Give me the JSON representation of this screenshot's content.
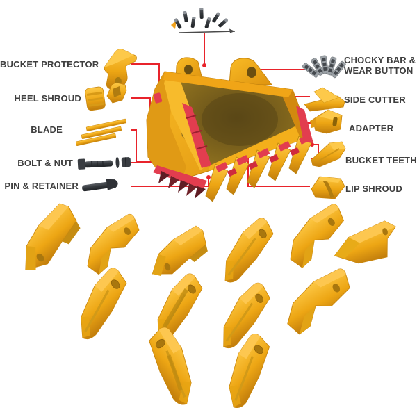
{
  "callouts": {
    "left": [
      {
        "id": "bucket-protector",
        "label": "BUCKET PROTECTOR"
      },
      {
        "id": "heel-shroud",
        "label": "HEEL SHROUD"
      },
      {
        "id": "blade",
        "label": "BLADE"
      },
      {
        "id": "bolt-nut",
        "label": "BOLT & NUT"
      },
      {
        "id": "pin-retainer",
        "label": "PIN & RETAINER"
      }
    ],
    "right": [
      {
        "id": "chocky-bar-wear-button",
        "label": "CHOCKY BAR & WEAR BUTTON",
        "line1": "CHOCKY BAR &",
        "line2": "WEAR BUTTON"
      },
      {
        "id": "side-cutter",
        "label": "SIDE CUTTER"
      },
      {
        "id": "adapter",
        "label": "ADAPTER"
      },
      {
        "id": "bucket-teeth",
        "label": "BUCKET TEETH"
      },
      {
        "id": "lip-shroud",
        "label": "LIP SHROUD"
      }
    ]
  },
  "icons": [
    "pins-cluster",
    "measure-line-arrow",
    "excavator-bucket-image",
    "bucket-protector-image",
    "heel-shroud-image",
    "blade-image",
    "bolt-nut-image",
    "pin-retainer-image",
    "chocky-bar-wear-button-image",
    "side-cutter-image",
    "adapter-image",
    "bucket-tooth-image",
    "lip-shroud-image"
  ],
  "gallery": {
    "items": [
      {
        "name": "tooth-adapter"
      },
      {
        "name": "fork-adapter"
      },
      {
        "name": "tooth-adapter"
      },
      {
        "name": "bucket-tooth"
      },
      {
        "name": "fork-adapter"
      },
      {
        "name": "chisel-tooth"
      },
      {
        "name": "bucket-tooth"
      },
      {
        "name": "ribbed-bucket-tooth"
      },
      {
        "name": "bucket-tooth"
      },
      {
        "name": "twin-prong-tooth"
      },
      {
        "name": "scalloped-bucket-tooth"
      },
      {
        "name": "bucket-tooth"
      }
    ]
  },
  "colors": {
    "callout_red": "#e8232b",
    "part_yellow": "#f5ad17",
    "part_yellow_light": "#fdc94a",
    "part_yellow_deep": "#c07c0c",
    "red_highlight": "#e23d4f",
    "interior_dark": "#66511a",
    "hardware_gray": "#9ba1a6",
    "pin_dark": "#34383c",
    "text": "#3f3f3f"
  }
}
